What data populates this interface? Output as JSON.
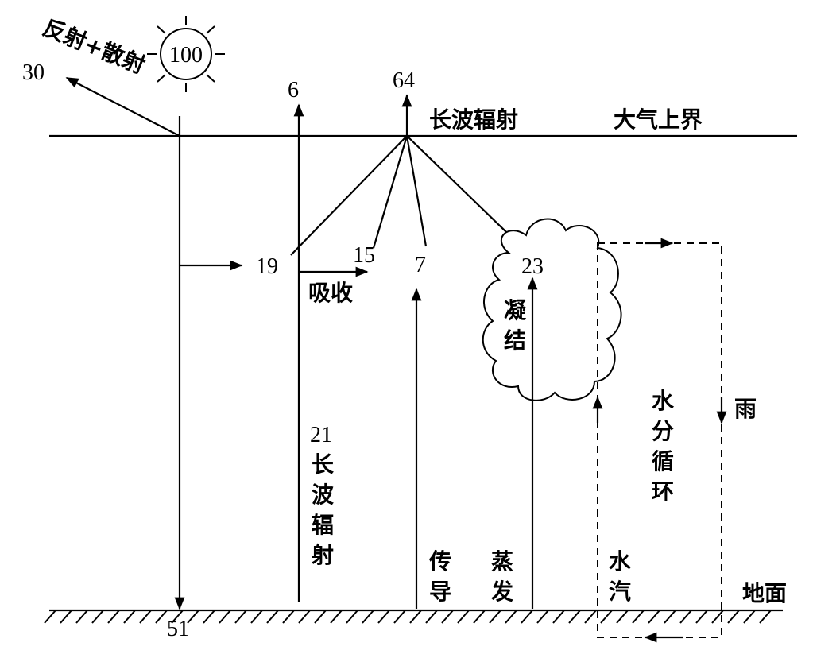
{
  "sun": {
    "value": "100"
  },
  "labels": {
    "reflect_scatter": "反射+散射",
    "reflect_value": "30",
    "space_lw_value": "6",
    "total_lw_value": "64",
    "top_of_atmosphere": "大气上界",
    "longwave_top": "长波辐射",
    "absorb_19": "19",
    "absorb_15": "15",
    "absorb_7": "7",
    "absorb_23": "23",
    "absorb": "吸收",
    "condense_1": "凝",
    "condense_2": "结",
    "ground_lw_value": "21",
    "ground_lw_1": "长",
    "ground_lw_2": "波",
    "ground_lw_3": "辐",
    "ground_lw_4": "射",
    "conduction_1": "传",
    "conduction_2": "导",
    "evaporation_1": "蒸",
    "evaporation_2": "发",
    "vapor_1": "水",
    "vapor_2": "汽",
    "rain": "雨",
    "water_cycle_1": "水",
    "water_cycle_2": "分",
    "water_cycle_3": "循",
    "water_cycle_4": "环",
    "ground": "地面",
    "ground_value": "51"
  },
  "icons": [
    "sun-icon",
    "cloud-icon",
    "ground-hatch-icon"
  ]
}
